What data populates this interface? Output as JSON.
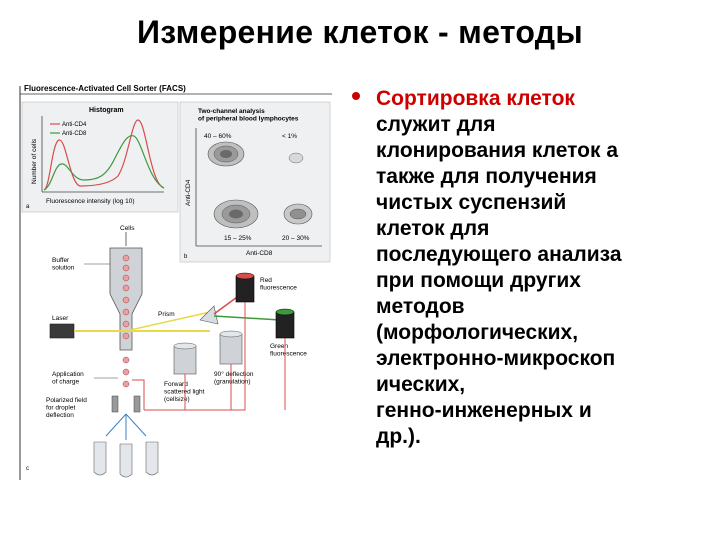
{
  "slide": {
    "title": "Измерение клеток - методы",
    "bullet": {
      "heading": "Сортировка клеток",
      "body": "служит для\nклонирования клеток а\nтакже для получения\nчистых суспензий\nклеток для\nпоследующего анализа\nпри помощи других\nметодов\n(морфологических,\nэлектронно-микроскоп\nических,\nгенно-инженерных и\nдр.)."
    }
  },
  "figure": {
    "header": "Fluorescence-Activated Cell Sorter (FACS)",
    "histogram": {
      "title": "Histogram",
      "legend": [
        "Anti-CD4",
        "Anti-CD8"
      ],
      "ylabel": "Number of cells",
      "xlabel": "Fluorescence intensity (log 10)",
      "panel": "a"
    },
    "twochannel": {
      "title": "Two-channel analysis\nof peripheral blood lymphocytes",
      "q_tl": "40 – 60%",
      "q_tr": "< 1%",
      "q_bl": "15 – 25%",
      "q_br": "20 – 30%",
      "ylabel": "Anti-CD4",
      "xlabel": "Anti-CD8",
      "panel": "b"
    },
    "labels": {
      "cells": "Cells",
      "buffer": "Buffer\nsolution",
      "laser": "Laser",
      "charge": "Application\nof charge",
      "field": "Polarized field\nfor droplet\ndeflection",
      "red": "Red\nfluorescence",
      "green": "Green\nfluorescence",
      "prism": "Prism",
      "forward": "Forward\nscattered light\n(cellsize)",
      "deflection": "90° deflection\n(granulation)",
      "panel": "c"
    },
    "colors": {
      "red": "#d94c4c",
      "green": "#3c9a3c",
      "accent": "#cc0000",
      "blue": "#3d7fc4"
    }
  }
}
